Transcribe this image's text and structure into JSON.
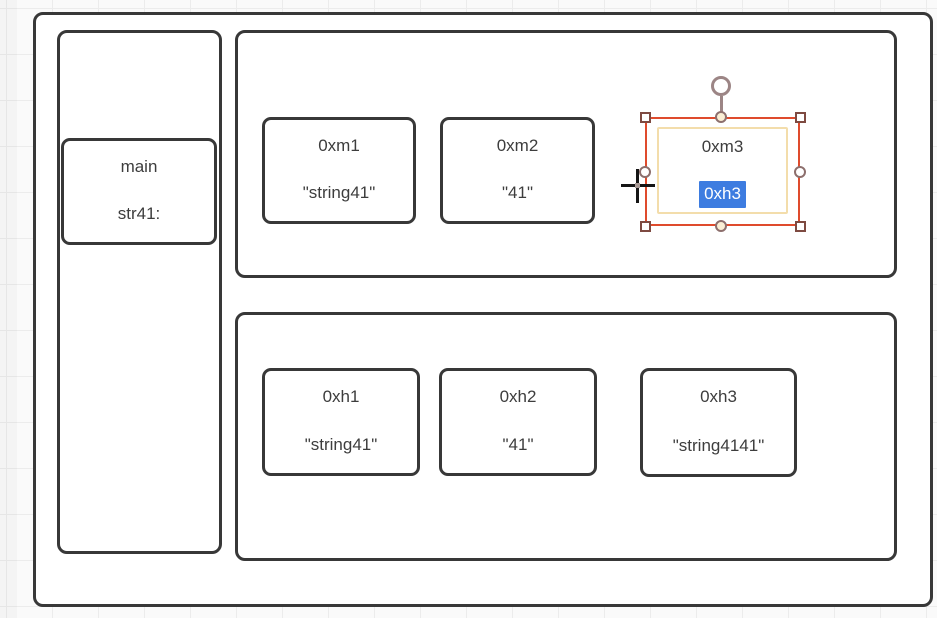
{
  "colors": {
    "frame_stroke": "#383838",
    "selection_red": "#df4b2d",
    "handle_corner_stroke": "#7e4a41",
    "handle_mid_stroke": "#8d6f6d",
    "rotation_stroke": "#9c8585",
    "edit_outline_cream": "#f3ddab",
    "text_highlight_blue": "#3d7ce0",
    "text_color": "#3d3d3d"
  },
  "stack_frame": {
    "label": "main",
    "variable": "str41:"
  },
  "heap_top": {
    "boxes": [
      {
        "id": "0xm1",
        "value": "\"string41\""
      },
      {
        "id": "0xm2",
        "value": "\"41\""
      }
    ],
    "selected_box": {
      "id": "0xm3",
      "editing_value": "0xh3"
    }
  },
  "heap_bottom": {
    "boxes": [
      {
        "id": "0xh1",
        "value": "\"string41\""
      },
      {
        "id": "0xh2",
        "value": "\"41\""
      },
      {
        "id": "0xh3",
        "value": "\"string4141\""
      }
    ]
  }
}
